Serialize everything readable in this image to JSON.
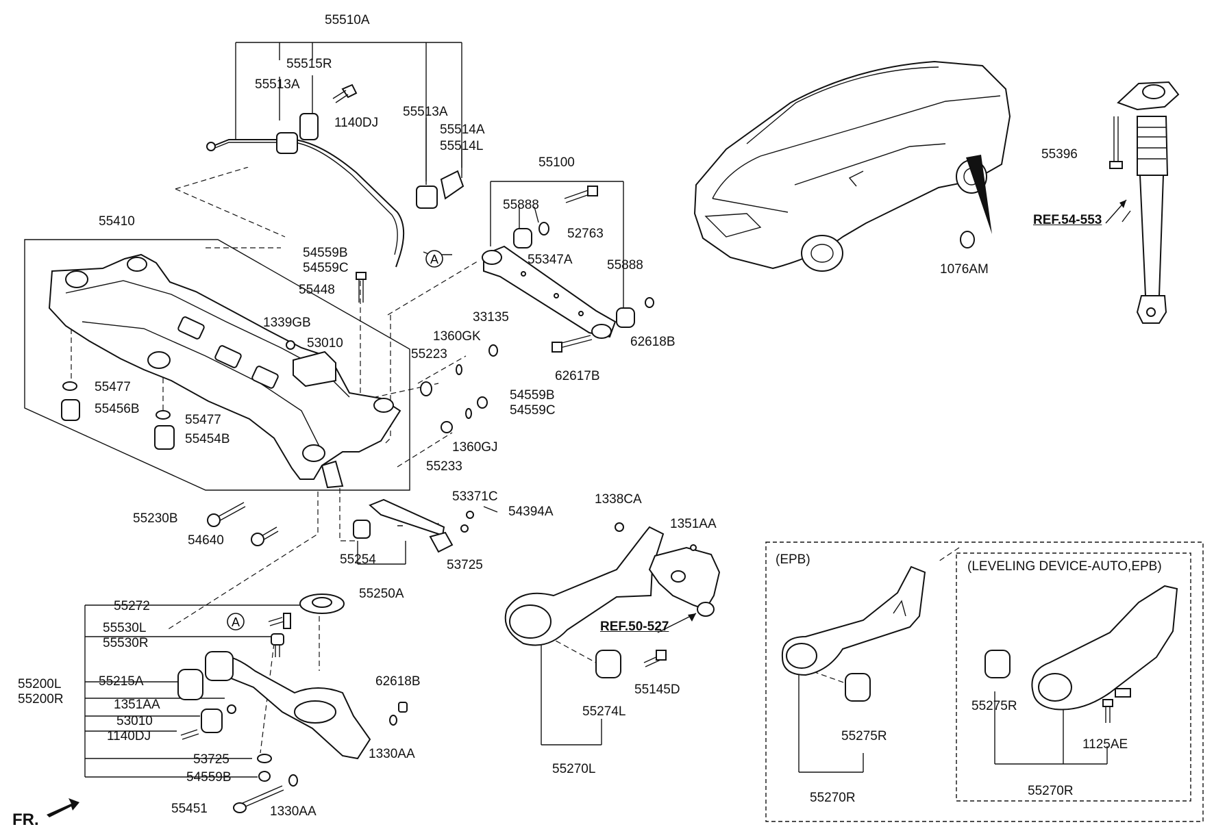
{
  "labels": {
    "p55510A": "55510A",
    "p55515R": "55515R",
    "p55513A_top": "55513A",
    "p1140DJ_top": "1140DJ",
    "p55513A_right": "55513A",
    "p55514A": "55514A",
    "p55514L": "55514L",
    "p55100": "55100",
    "p55888_left": "55888",
    "p52763": "52763",
    "p55347A": "55347A",
    "p55888_right": "55888",
    "p62618B_mid": "62618B",
    "p62617B": "62617B",
    "p55410": "55410",
    "p54559B_a": "54559B",
    "p54559C_a": "54559C",
    "p55448": "55448",
    "p1339GB": "1339GB",
    "p53010_top": "53010",
    "p33135": "33135",
    "p1360GK": "1360GK",
    "p55223": "55223",
    "p54559B_b": "54559B",
    "p54559C_b": "54559C",
    "p1360GJ": "1360GJ",
    "p55233": "55233",
    "p55477_a": "55477",
    "p55456B": "55456B",
    "p55477_b": "55477",
    "p55454B": "55454B",
    "p55230B": "55230B",
    "p54640": "54640",
    "p53371C": "53371C",
    "p54394A": "54394A",
    "p55254": "55254",
    "p53725_mid": "53725",
    "p55250A": "55250A",
    "p1338CA": "1338CA",
    "p1351AA_mid": "1351AA",
    "ref_50_527": "REF.50-527",
    "p55145D": "55145D",
    "p55274L": "55274L",
    "p55270L": "55270L",
    "p55272": "55272",
    "p55530L": "55530L",
    "p55530R": "55530R",
    "p55200L": "55200L",
    "p55200R": "55200R",
    "p55215A": "55215A",
    "p1351AA_low": "1351AA",
    "p53010_low": "53010",
    "p1140DJ_low": "1140DJ",
    "p53725_low": "53725",
    "p54559B_low": "54559B",
    "p55451": "55451",
    "p1330AA_a": "1330AA",
    "p62618B_low": "62618B",
    "p1330AA_b": "1330AA",
    "p55396": "55396",
    "ref_54_553": "REF.54-553",
    "p1076AM": "1076AM",
    "epb_title": "(EPB)",
    "p55275R_epb": "55275R",
    "p55270R_epb": "55270R",
    "leveling_title": "(LEVELING DEVICE-AUTO,EPB)",
    "p55275R_lev": "55275R",
    "p1125AE": "1125AE",
    "p55270R_lev": "55270R",
    "callout_A": "A",
    "fr": "FR."
  }
}
